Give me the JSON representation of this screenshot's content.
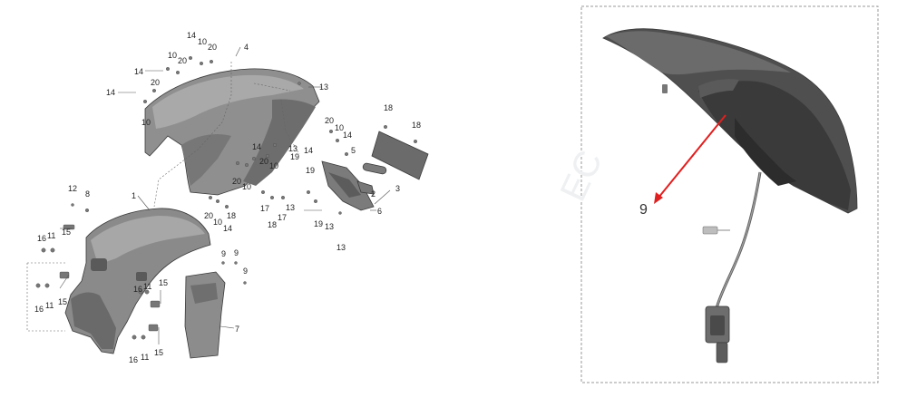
{
  "exploded_view": {
    "callouts": [
      "14",
      "10",
      "20",
      "10",
      "20",
      "4",
      "14",
      "20",
      "10",
      "14",
      "13",
      "20",
      "10",
      "14",
      "20",
      "10",
      "14",
      "13",
      "20",
      "10",
      "19",
      "14",
      "19",
      "5",
      "18",
      "18",
      "2",
      "3",
      "12",
      "8",
      "1",
      "20",
      "10",
      "18",
      "17",
      "17",
      "18",
      "14",
      "13",
      "19",
      "13",
      "6",
      "13",
      "16",
      "11",
      "15",
      "9",
      "9",
      "9",
      "15",
      "16",
      "11",
      "15",
      "16",
      "11",
      "7",
      "15",
      "16",
      "11"
    ]
  },
  "detail_view": {
    "callout": "9"
  },
  "colors": {
    "part_fill": "#8d8d8d",
    "part_dark": "#5e5e5e",
    "part_light": "#b5b5b5",
    "arrow": "#e02020",
    "frame": "#999999"
  }
}
